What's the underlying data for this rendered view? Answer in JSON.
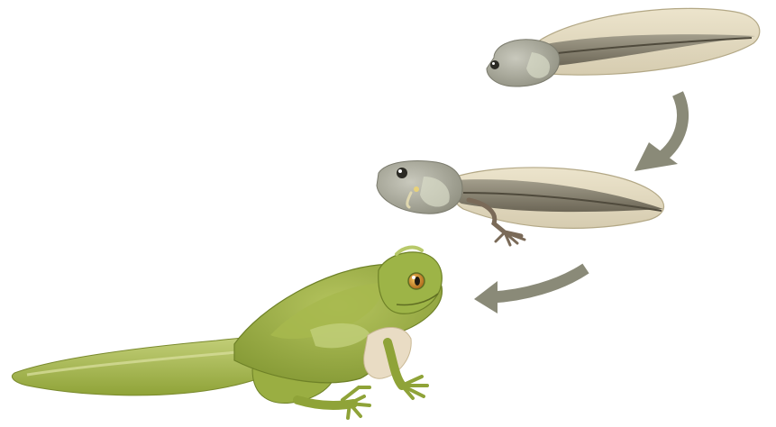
{
  "diagram": {
    "stages": [
      {
        "id": "tadpole",
        "order": 1
      },
      {
        "id": "tadpole-with-hind-legs",
        "order": 2
      },
      {
        "id": "froglet-with-tail",
        "order": 3
      }
    ],
    "arrows": [
      {
        "from": "tadpole",
        "to": "tadpole-with-hind-legs"
      },
      {
        "from": "tadpole-with-hind-legs",
        "to": "froglet-with-tail"
      }
    ],
    "colors": {
      "arrow": "#8a8a78",
      "tadpole_fin": "#e2d8bf",
      "tadpole_body": "#8c887a",
      "tadpole_dark": "#5a5446",
      "tadpole_head": "#b8b8aa",
      "frog_light": "#b7c567",
      "frog_mid": "#93a83c",
      "frog_dark": "#6e8127",
      "frog_belly": "#e9dcc4",
      "frog_eye": "#d08a2a"
    }
  }
}
